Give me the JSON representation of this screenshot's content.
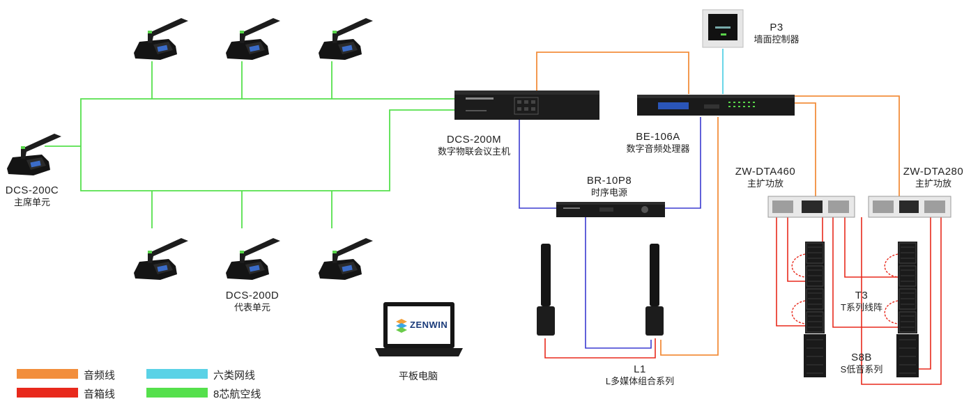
{
  "colors": {
    "audio": "#f28e3c",
    "speaker": "#e8291c",
    "cat6": "#5ad2e6",
    "aviation": "#55e04c",
    "blue": "#3a3ad0",
    "device": "#1b1b1b",
    "bg": "#ffffff"
  },
  "devices": {
    "chairman": {
      "model": "DCS-200C",
      "desc": "主席单元"
    },
    "delegate": {
      "model": "DCS-200D",
      "desc": "代表单元"
    },
    "host": {
      "model": "DCS-200M",
      "desc": "数字物联会议主机"
    },
    "processor": {
      "model": "BE-106A",
      "desc": "数字音频处理器"
    },
    "wall": {
      "model": "P3",
      "desc": "墙面控制器"
    },
    "sequencer": {
      "model": "BR-10P8",
      "desc": "时序电源"
    },
    "amp460": {
      "model": "ZW-DTA460",
      "desc": "主扩功放"
    },
    "amp280": {
      "model": "ZW-DTA280",
      "desc": "主扩功放"
    },
    "l1": {
      "model": "L1",
      "desc": "L多媒体组合系列"
    },
    "t3": {
      "model": "T3",
      "desc": "T系列线阵"
    },
    "s8b": {
      "model": "S8B",
      "desc": "S低音系列"
    },
    "tablet": {
      "desc": "平板电脑",
      "logo": "ZENWIN"
    }
  },
  "legend": [
    {
      "label": "音频线",
      "color": "#f28e3c"
    },
    {
      "label": "音箱线",
      "color": "#e8291c"
    },
    {
      "label": "六类网线",
      "color": "#5ad2e6"
    },
    {
      "label": "8芯航空线",
      "color": "#55e04c"
    }
  ]
}
